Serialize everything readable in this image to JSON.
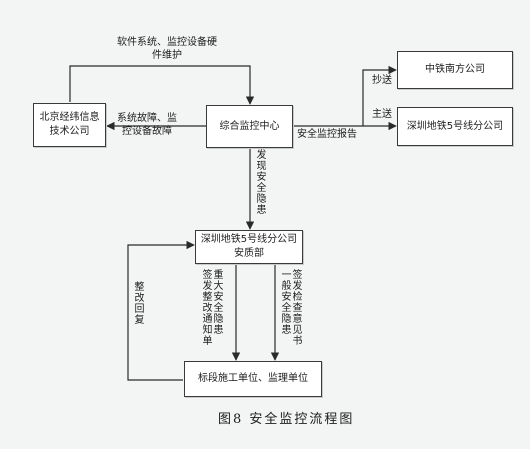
{
  "nodes": {
    "beijing": "北京经纬信息\n技术公司",
    "center": "综合监控中心",
    "crsc": "中铁南方公司",
    "line5": "深圳地铁5号线分公司",
    "safety_dept": "深圳地铁5号线分公司\n安质部",
    "construction": "标段施工单位、监理单位"
  },
  "edges": {
    "software_maint": "软件系统、监控设备硬\n件维护",
    "fault": "系统故障、监\n控设备故障",
    "copy": "抄送",
    "send": "主送",
    "safety_report": "安全监控报告",
    "found_hazard": "发现安全隐患",
    "major_hazard": [
      "签发整改通知单",
      "重大安全隐患"
    ],
    "general_hazard": [
      "一般安全隐患",
      "签发检查意见书"
    ],
    "rectify_reply": "整改回复"
  },
  "caption": "图8  安全监控流程图"
}
